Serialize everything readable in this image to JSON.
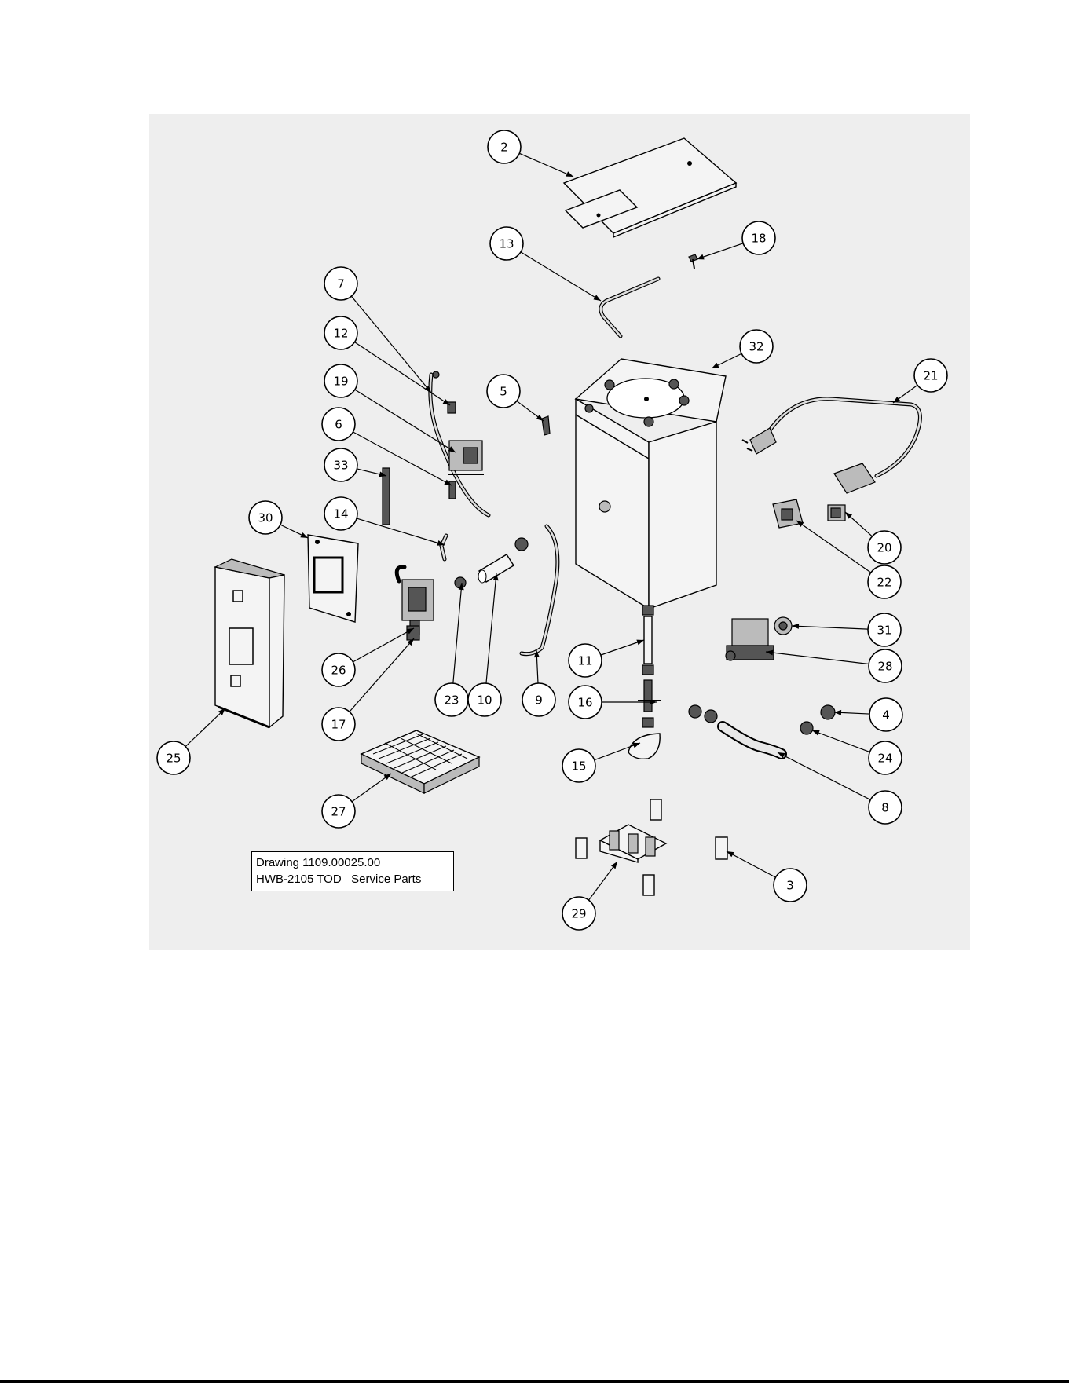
{
  "callouts": [
    {
      "label": "2"
    },
    {
      "label": "13"
    },
    {
      "label": "18"
    },
    {
      "label": "7"
    },
    {
      "label": "12"
    },
    {
      "label": "32"
    },
    {
      "label": "19"
    },
    {
      "label": "5"
    },
    {
      "label": "21"
    },
    {
      "label": "6"
    },
    {
      "label": "33"
    },
    {
      "label": "14"
    },
    {
      "label": "30"
    },
    {
      "label": "20"
    },
    {
      "label": "22"
    },
    {
      "label": "31"
    },
    {
      "label": "26"
    },
    {
      "label": "28"
    },
    {
      "label": "11"
    },
    {
      "label": "23"
    },
    {
      "label": "10"
    },
    {
      "label": "9"
    },
    {
      "label": "16"
    },
    {
      "label": "4"
    },
    {
      "label": "17"
    },
    {
      "label": "25"
    },
    {
      "label": "24"
    },
    {
      "label": "15"
    },
    {
      "label": "8"
    },
    {
      "label": "27"
    },
    {
      "label": "3"
    },
    {
      "label": "29"
    }
  ],
  "title_block": {
    "line1": "Drawing 1109.00025.00",
    "line2": "HWB-2105 TOD   Service Parts"
  }
}
